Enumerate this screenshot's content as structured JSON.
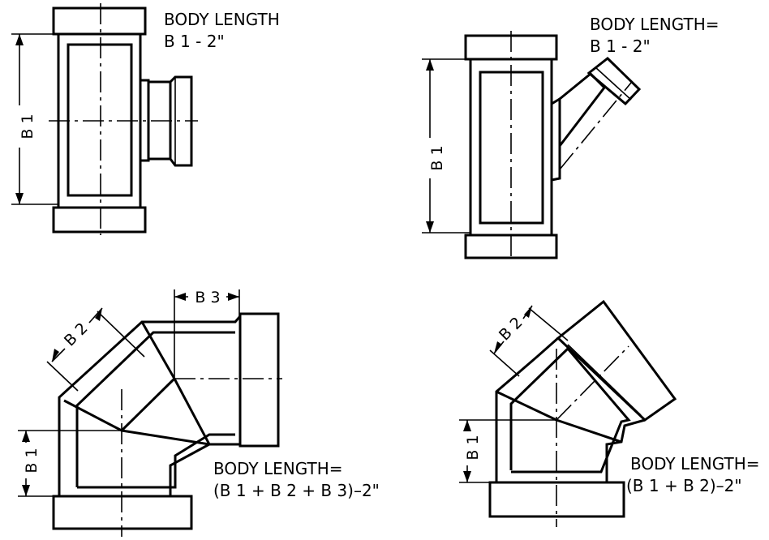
{
  "figures": {
    "tee": {
      "label_line1": "BODY LENGTH",
      "label_line2": "B  1 - 2\"",
      "dim_b1": "B 1"
    },
    "wye": {
      "label_line1": "BODY LENGTH=",
      "label_line2": "B  1 - 2\"",
      "dim_b1": "B 1"
    },
    "elbow90": {
      "label_line1": "BODY LENGTH=",
      "label_line2": "(B 1 + B 2 + B 3)–2\"",
      "dim_b1": "B 1",
      "dim_b2": "B 2",
      "dim_b3": "B 3"
    },
    "elbow45": {
      "label_line1": "BODY LENGTH=",
      "label_line2": "(B 1 + B 2)–2\"",
      "dim_b1": "B 1",
      "dim_b2": "B 2"
    }
  }
}
